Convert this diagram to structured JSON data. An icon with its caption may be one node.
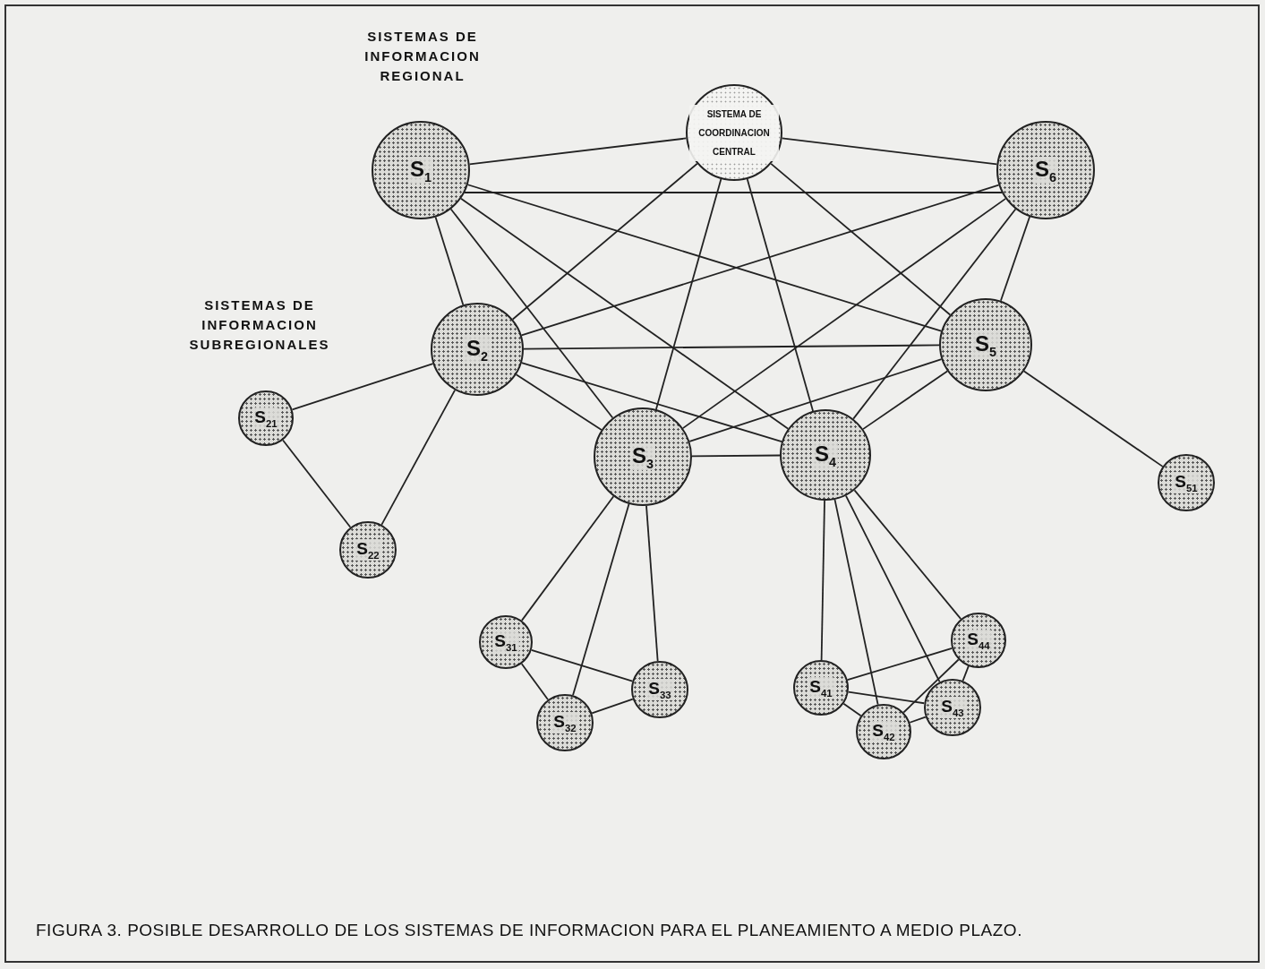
{
  "diagram": {
    "caption": "FIGURA 3. POSIBLE DESARROLLO DE LOS SISTEMAS DE INFORMACION PARA EL PLANEAMIENTO A MEDIO PLAZO.",
    "nodes": [
      {
        "text": [
          "SISTEMA DE COORDINACION CENTRAL"
        ]
      },
      {
        "text": [
          "S$_{1}$"
        ]
      },
      {
        "text": [
          "S$_{6}$"
        ]
      },
      {
        "text": [
          "S$_{2}$"
        ]
      },
      {
        "text": [
          "S$_{5}$"
        ]
      },
      {
        "text": [
          "S$_{21}$"
        ]
      },
      {
        "text": [
          "S$_{3}$"
        ]
      },
      {
        "text": [
          "S$_{4}$"
        ]
      },
      {
        "text": [
          "S$_{51}$"
        ]
      },
      {
        "text": [
          "S$_{22}$"
        ]
      },
      {
        "text": [
          "S$_{44}$"
        ]
      },
      {
        "text": [
          "S$_{31}$"
        ]
      },
      {
        "text": [
          "S$_{41}$"
        ]
      },
      {
        "text": [
          "S$_{33}$"
        ]
      },
      {
        "text": [
          "S$_{43}$"
        ]
      },
      {
        "text": [
          "S$_{32}$"
        ]
      },
      {
        "text": [
          "S$_{42}$"
        ]
      }
    ],
    "edges": [
      {
        "from": 0,
        "to": 1,
        "arrow": "none"
      },
      {
        "from": 0,
        "to": 2,
        "arrow": "none"
      },
      {
        "from": 0,
        "to": 3,
        "arrow": "none"
      },
      {
        "from": 0,
        "to": 4,
        "arrow": "none"
      },
      {
        "from": 0,
        "to": 6,
        "arrow": "none"
      },
      {
        "from": 0,
        "to": 7,
        "arrow": "none"
      },
      {
        "from": 1,
        "to": 2,
        "arrow": "none"
      },
      {
        "from": 1,
        "to": 3,
        "arrow": "none"
      },
      {
        "from": 1,
        "to": 4,
        "arrow": "none"
      },
      {
        "from": 1,
        "to": 6,
        "arrow": "none"
      },
      {
        "from": 1,
        "to": 7,
        "arrow": "none"
      },
      {
        "from": 2,
        "to": 3,
        "arrow": "none"
      },
      {
        "from": 2,
        "to": 4,
        "arrow": "none"
      },
      {
        "from": 2,
        "to": 6,
        "arrow": "none"
      },
      {
        "from": 2,
        "to": 7,
        "arrow": "none"
      },
      {
        "from": 3,
        "to": 4,
        "arrow": "none"
      },
      {
        "from": 3,
        "to": 6,
        "arrow": "none"
      },
      {
        "from": 3,
        "to": 7,
        "arrow": "none"
      },
      {
        "from": 3,
        "to": 5,
        "arrow": "none"
      },
      {
        "from": 3,
        "to": 9,
        "arrow": "none"
      },
      {
        "from": 5,
        "to": 9,
        "arrow": "none"
      },
      {
        "from": 4,
        "to": 6,
        "arrow": "none"
      },
      {
        "from": 4,
        "to": 7,
        "arrow": "none"
      },
      {
        "from": 4,
        "to": 8,
        "arrow": "none"
      },
      {
        "from": 6,
        "to": 7,
        "arrow": "none"
      },
      {
        "from": 6,
        "to": 11,
        "arrow": "none"
      },
      {
        "from": 6,
        "to": 15,
        "arrow": "none"
      },
      {
        "from": 6,
        "to": 13,
        "arrow": "none"
      },
      {
        "from": 11,
        "to": 15,
        "arrow": "none"
      },
      {
        "from": 11,
        "to": 13,
        "arrow": "none"
      },
      {
        "from": 15,
        "to": 13,
        "arrow": "none"
      },
      {
        "from": 7,
        "to": 12,
        "arrow": "none"
      },
      {
        "from": 7,
        "to": 16,
        "arrow": "none"
      },
      {
        "from": 7,
        "to": 14,
        "arrow": "none"
      },
      {
        "from": 7,
        "to": 10,
        "arrow": "none"
      },
      {
        "from": 12,
        "to": 16,
        "arrow": "none"
      },
      {
        "from": 12,
        "to": 14,
        "arrow": "none"
      },
      {
        "from": 12,
        "to": 10,
        "arrow": "none"
      },
      {
        "from": 16,
        "to": 14,
        "arrow": "none"
      },
      {
        "from": 16,
        "to": 10,
        "arrow": "none"
      },
      {
        "from": 14,
        "to": 10,
        "arrow": "none"
      }
    ],
    "labels": [
      "SISTEMAS DE INFORMACION REGIONAL",
      "SISTEMAS DE INFORMACION SUBREGIONALES"
    ]
  }
}
